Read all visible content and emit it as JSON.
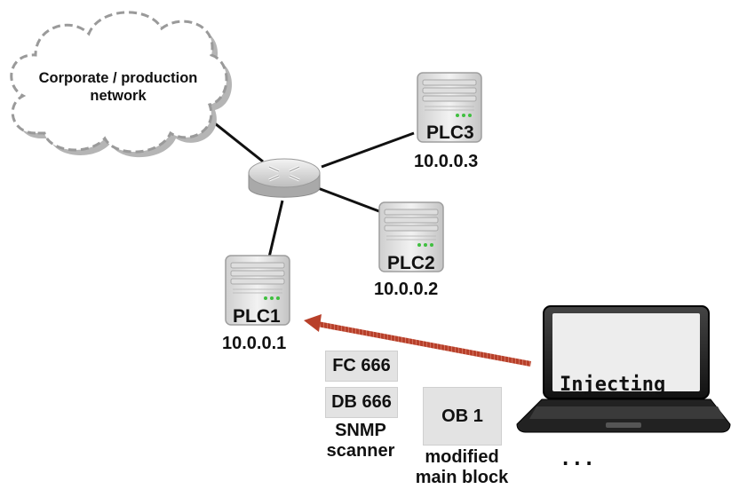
{
  "network": {
    "cloud_label_line1": "Corporate / production",
    "cloud_label_line2": "network"
  },
  "plcs": [
    {
      "name": "PLC1",
      "ip": "10.0.0.1"
    },
    {
      "name": "PLC2",
      "ip": "10.0.0.2"
    },
    {
      "name": "PLC3",
      "ip": "10.0.0.3"
    }
  ],
  "blocks": {
    "fc": "FC 666",
    "db": "DB 666",
    "ob": "OB 1",
    "snmp_caption_line1": "SNMP",
    "snmp_caption_line2": "scanner",
    "ob_caption_line1": "modified",
    "ob_caption_line2": "main block"
  },
  "laptop": {
    "screen_line1": "Injecting",
    "screen_line2": "..."
  },
  "colors": {
    "attack_arrow": "#b8402a",
    "box_fill": "#e3e3e3",
    "link_line": "#111111",
    "cloud_outline": "#9a9a9a",
    "status_led": "#3fbf3f"
  },
  "icons": {
    "router": "router-icon",
    "server": "server-icon",
    "laptop": "laptop-icon",
    "cloud": "cloud-icon"
  }
}
